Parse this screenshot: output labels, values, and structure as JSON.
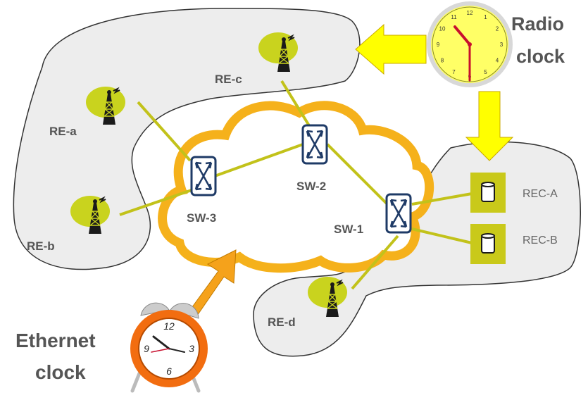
{
  "radio_equipment": {
    "re_a": "RE-a",
    "re_b": "RE-b",
    "re_c": "RE-c",
    "re_d": "RE-d"
  },
  "switches": {
    "sw_1": "SW-1",
    "sw_2": "SW-2",
    "sw_3": "SW-3"
  },
  "controllers": {
    "rec_a": "REC-A",
    "rec_b": "REC-B"
  },
  "clocks": {
    "radio_line1": "Radio",
    "radio_line2": "clock",
    "ethernet_line1": "Ethernet",
    "ethernet_line2": "clock"
  },
  "clock_numbers": [
    "12",
    "1",
    "2",
    "3",
    "4",
    "5",
    "6",
    "7",
    "8",
    "9",
    "10",
    "11"
  ],
  "alarm_clock_numbers": [
    "12",
    "3",
    "6",
    "9"
  ],
  "colors": {
    "region_fill": "#ededed",
    "region_stroke": "#333333",
    "cloud_stroke": "#f5b11b",
    "link": "#c2c21a",
    "switch_stroke": "#1e3a66",
    "rec_box": "#c9c91a",
    "antenna_bg": "#c9d31e",
    "radio_arrow": "#ffff00",
    "ethernet_arrow": "#f5a21b",
    "radio_clock_face": "#ffff66",
    "alarm_clock_body": "#f26d10"
  }
}
